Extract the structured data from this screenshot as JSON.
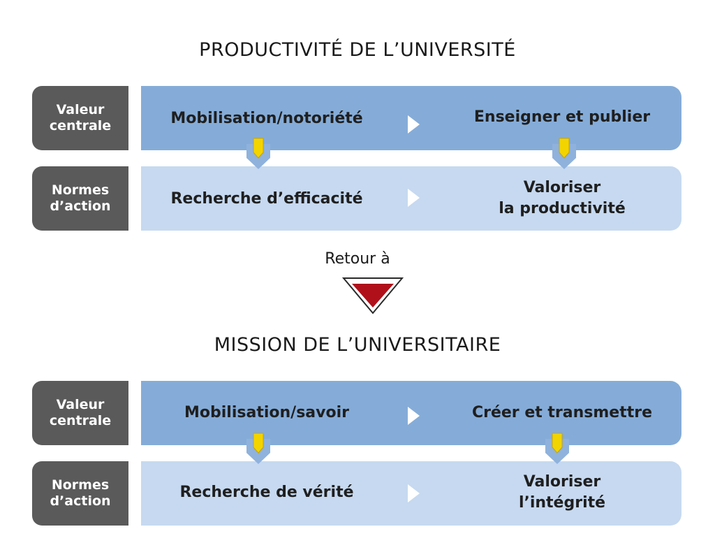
{
  "sections": [
    {
      "title": "PRODUCTIVITÉ DE L’UNIVERSITÉ",
      "row1": {
        "label": "Valeur\ncentrale",
        "left": "Mobilisation/notoriété",
        "right": "Enseigner et publier"
      },
      "row2": {
        "label": "Normes\nd’action",
        "left": "Recherche d’efficacité",
        "right": "Valoriser\nla productivité"
      }
    },
    {
      "title": "MISSION DE L’UNIVERSITAIRE",
      "row1": {
        "label": "Valeur\ncentrale",
        "left": "Mobilisation/savoir",
        "right": "Créer et transmettre"
      },
      "row2": {
        "label": "Normes\nd’action",
        "left": "Recherche de vérité",
        "right": "Valoriser\nl’intégrité"
      }
    }
  ],
  "connector": {
    "label": "Retour à"
  },
  "colors": {
    "label_bg": "#5a5a5a",
    "band_dark": "#85acd8",
    "band_light": "#c6d9f0",
    "drop_arrow_fill": "#f2d400",
    "triangle_fill": "#b0101a"
  }
}
